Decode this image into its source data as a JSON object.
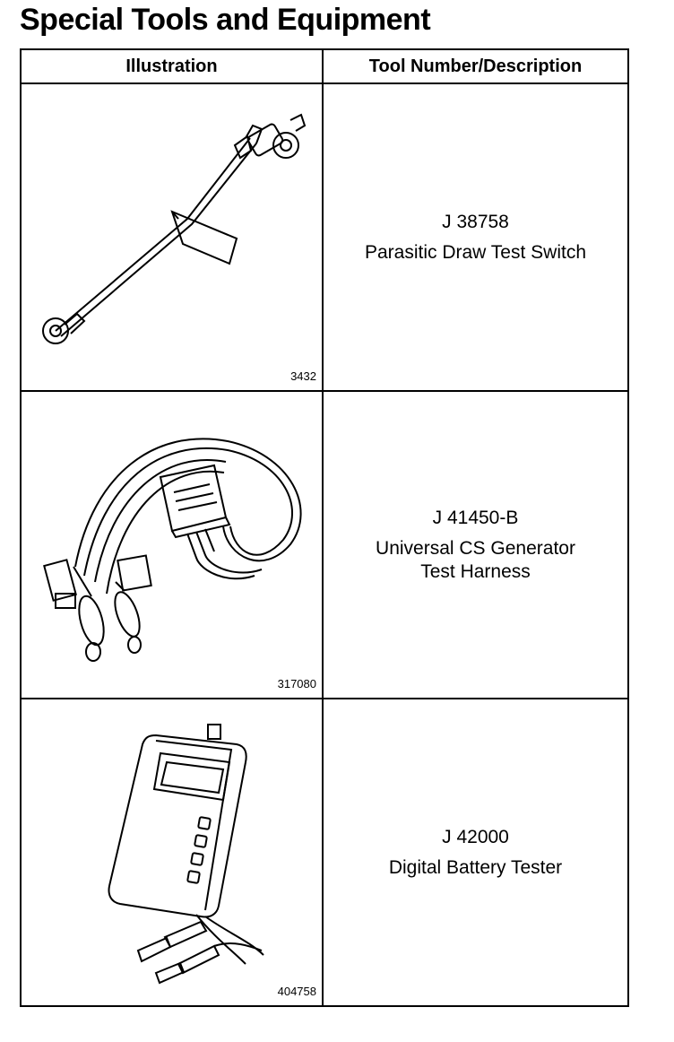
{
  "title": "Special Tools and Equipment",
  "table": {
    "headers": {
      "illustration": "Illustration",
      "tool": "Tool Number/Description"
    },
    "rows": [
      {
        "figure": "3432",
        "tool_number": "J 38758",
        "description": "Parasitic Draw Test Switch"
      },
      {
        "figure": "317080",
        "tool_number": "J 41450-B",
        "description": "Universal CS Generator\nTest Harness"
      },
      {
        "figure": "404758",
        "tool_number": "J 42000",
        "description": "Digital Battery Tester"
      }
    ]
  }
}
